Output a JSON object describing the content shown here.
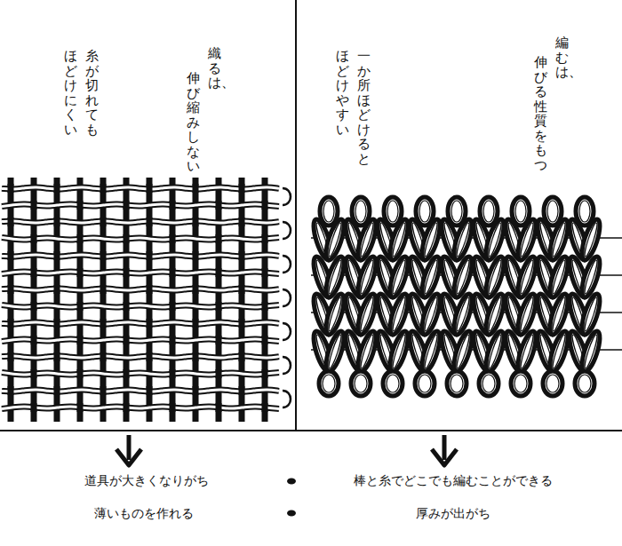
{
  "diagram": {
    "labels": [
      "織るは、",
      "伸び縮みしない",
      "糸が切れても",
      "ほどけにくい",
      "編むは、",
      "伸びる性質をもつ",
      "一か所ほどけると",
      "ほどけやすい",
      "道具が大きくなりがち",
      "棒と糸でどこでも編むことができる",
      "薄いものを作れる",
      "厚みが出がち"
    ]
  }
}
